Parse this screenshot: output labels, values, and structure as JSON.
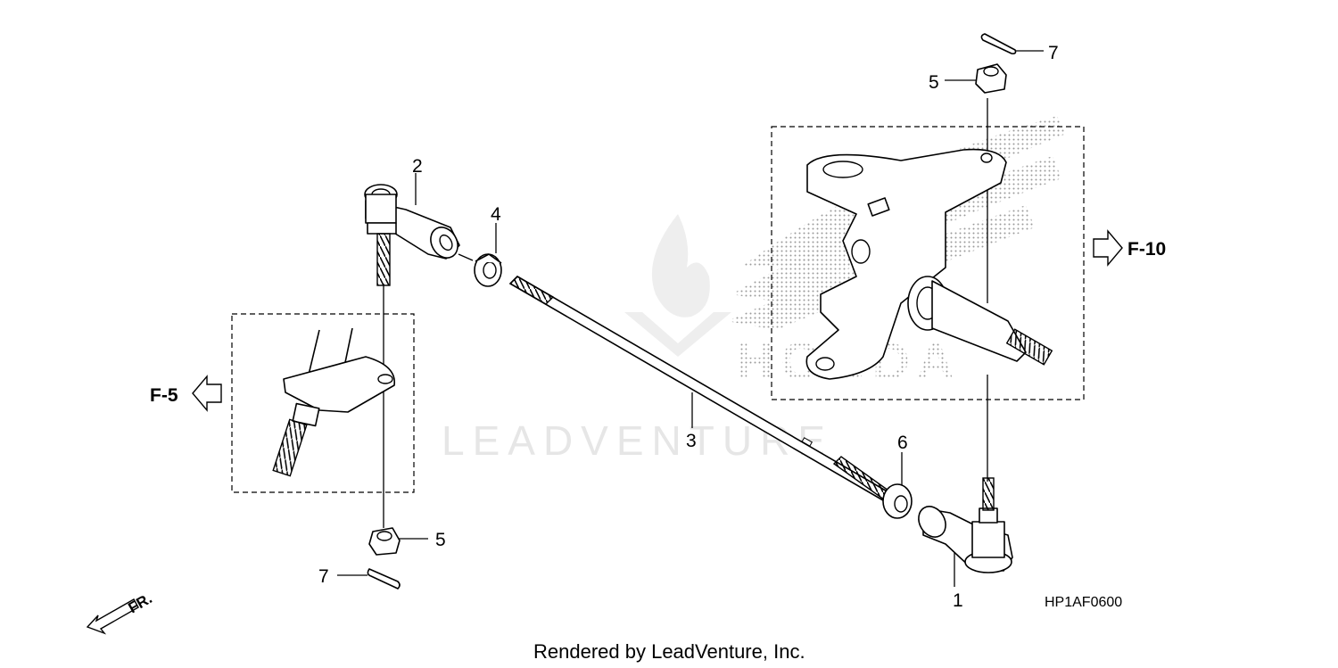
{
  "diagram": {
    "part_labels": {
      "p1": "1",
      "p2": "2",
      "p3": "3",
      "p4": "4",
      "p5_top": "5",
      "p5_bottom": "5",
      "p6": "6",
      "p7_top": "7",
      "p7_bottom": "7"
    },
    "references": {
      "left": "F-5",
      "right": "F-10"
    },
    "direction_label": "FR.",
    "diagram_code": "HP1AF0600",
    "watermark": "LEADVENTURE",
    "brand_watermark": "HONDA",
    "footer": "Rendered by LeadVenture, Inc.",
    "colors": {
      "line": "#000000",
      "watermark": "#e6e6e6",
      "stipple": "#9a9a9a"
    }
  }
}
